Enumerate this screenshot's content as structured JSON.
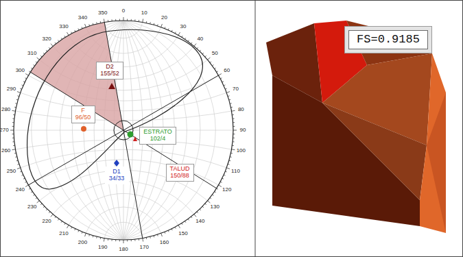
{
  "diagram": {
    "nodes": [
      {
        "text": [
          "D2",
          "155/52"
        ]
      },
      {
        "text": [
          "F",
          "96/50"
        ]
      },
      {
        "text": [
          "ESTRATO",
          "102/4"
        ]
      },
      {
        "text": [
          "TALUD",
          "150/88"
        ]
      },
      {
        "text": [
          "D1",
          "34/33"
        ]
      },
      {
        "text": [
          "FS=0.9185"
        ]
      }
    ],
    "labels": [
      "0",
      "10",
      "20",
      "30",
      "40",
      "50",
      "60",
      "70",
      "80",
      "90",
      "100",
      "110",
      "120",
      "130",
      "140",
      "150",
      "160",
      "170",
      "180",
      "190",
      "200",
      "210",
      "220",
      "230",
      "240",
      "250",
      "260",
      "270",
      "280",
      "290",
      "300",
      "310",
      "320",
      "330",
      "340",
      "350"
    ]
  }
}
